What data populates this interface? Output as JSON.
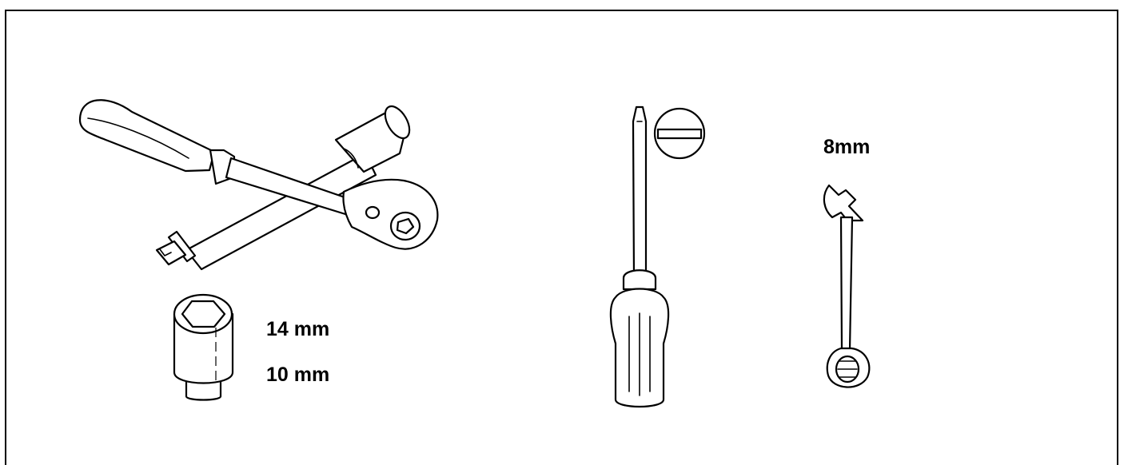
{
  "tools": {
    "socket_sizes": [
      "14 mm",
      "10 mm"
    ],
    "wrench_size": "8mm",
    "icons": {
      "ratchet": "ratchet-handle-icon",
      "extension": "extension-bar-icon",
      "socket": "socket-icon",
      "screwdriver": "flat-screwdriver-icon",
      "tip": "flat-tip-symbol-icon",
      "wrench": "combination-wrench-icon"
    }
  }
}
